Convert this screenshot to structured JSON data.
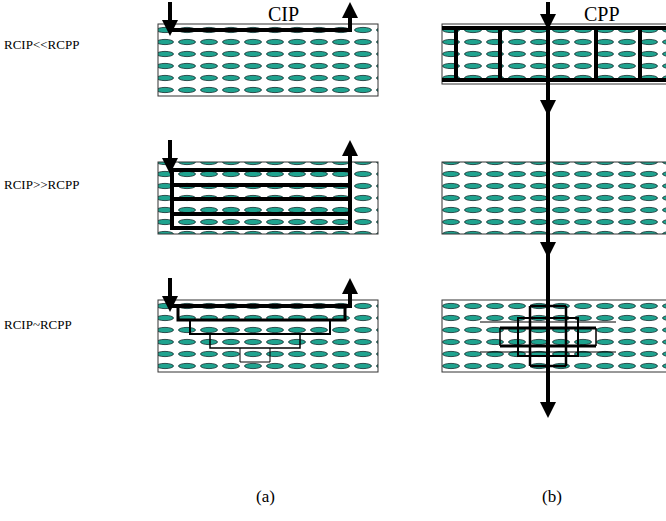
{
  "diagram": {
    "labels": [
      "CIP",
      "CPP",
      "RCIP<<RCPP",
      "RCIP>>RCPP",
      "RCIP~RCPP",
      "(a)",
      "(b)"
    ]
  }
}
